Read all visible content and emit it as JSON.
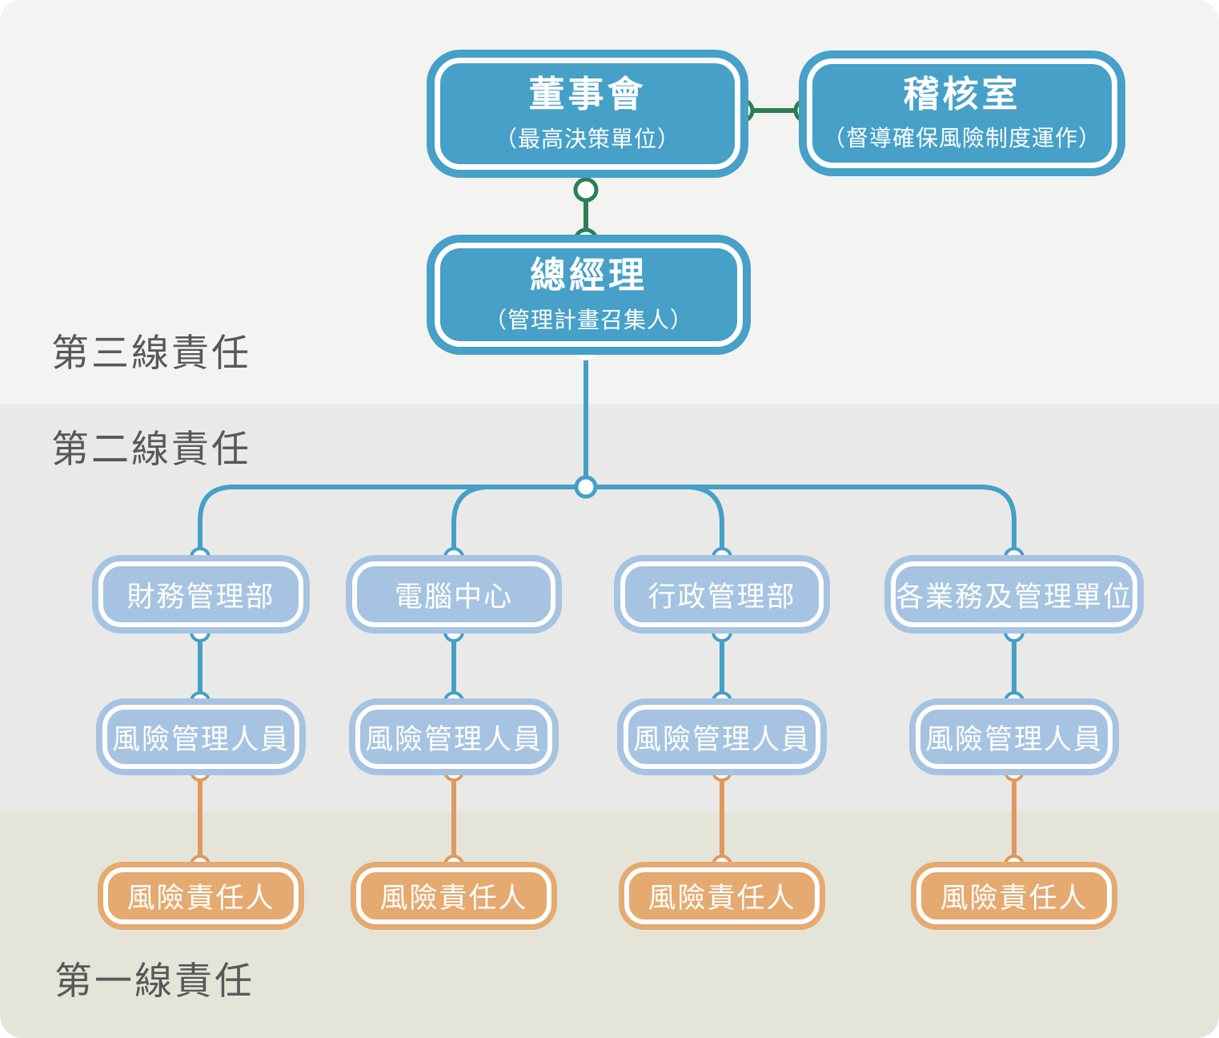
{
  "zones": {
    "third_line": "第三線責任",
    "second_line": "第二線責任",
    "first_line": "第一線責任"
  },
  "org": {
    "board": {
      "title": "董事會",
      "subtitle": "（最高決策單位）"
    },
    "audit": {
      "title": "稽核室",
      "subtitle": "（督導確保風險制度運作）"
    },
    "general_manager": {
      "title": "總經理",
      "subtitle": "（管理計畫召集人）"
    },
    "departments": [
      {
        "name": "財務管理部",
        "risk_manager": "風險管理人員",
        "risk_owner": "風險責任人"
      },
      {
        "name": "電腦中心",
        "risk_manager": "風險管理人員",
        "risk_owner": "風險責任人"
      },
      {
        "name": "行政管理部",
        "risk_manager": "風險管理人員",
        "risk_owner": "風險責任人"
      },
      {
        "name": "各業務及管理單位",
        "risk_manager": "風險管理人員",
        "risk_owner": "風險責任人"
      }
    ]
  },
  "colors": {
    "primary_blue": "#46a0c8",
    "light_blue": "#a6c4e1",
    "orange": "#e4aa70",
    "orange_line": "#e0995e",
    "teal_line": "#459fc6",
    "green_line": "#2e7d54",
    "zone_text": "#595757",
    "band_third": "#f3f3f2",
    "band_second": "#e9e9e8",
    "band_first": "#e5e4d9"
  }
}
